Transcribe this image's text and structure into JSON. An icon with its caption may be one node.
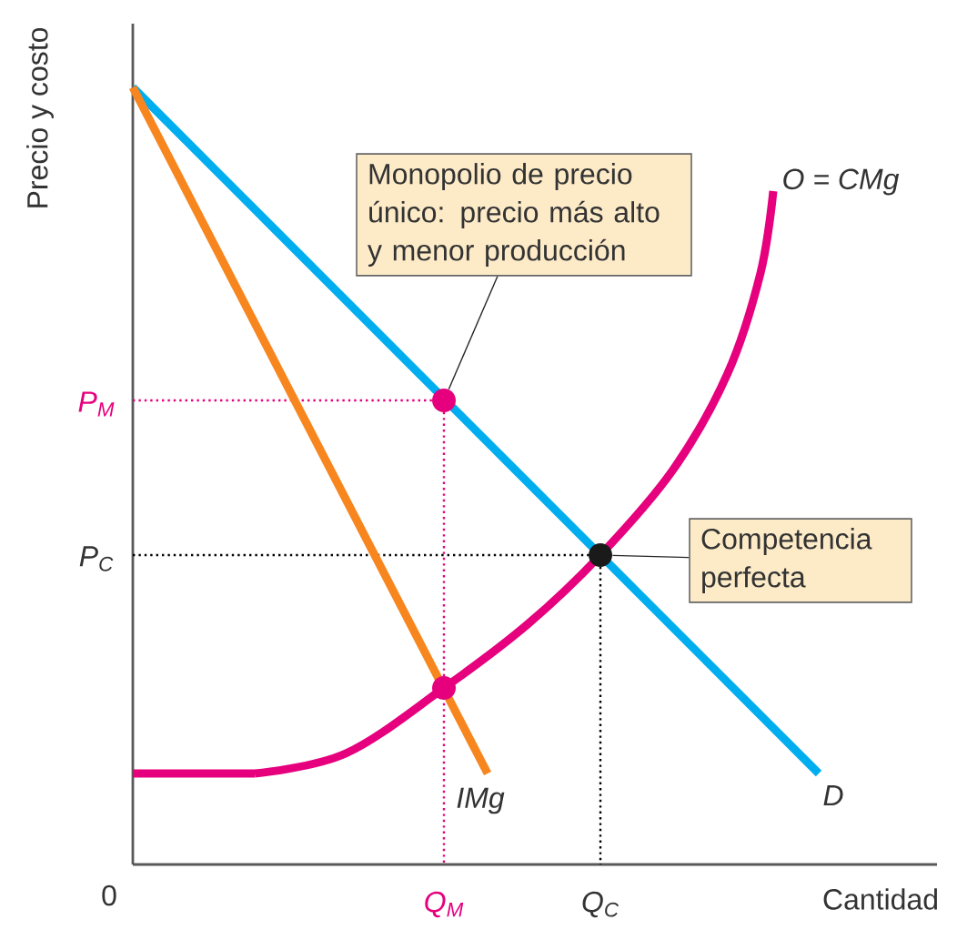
{
  "diagram": {
    "nodes": [
      {
        "text": [
          "Monopolio de precio único: precio más alto y menor producción"
        ]
      },
      {
        "text": [
          "Competencia perfecta"
        ]
      },
      {
        "text": [],
        "shape": "circle"
      },
      {
        "text": [],
        "shape": "circle"
      },
      {
        "text": [],
        "shape": "circle"
      }
    ],
    "edges": [
      {
        "from": 0,
        "to": 2,
        "arrow": "none"
      },
      {
        "from": 1,
        "to": 3,
        "arrow": "none"
      }
    ],
    "labels": [
      "Precio y costo",
      "O = CMg",
      "P$_{M}$",
      "P$_{C}$",
      "IMg",
      "D",
      "0",
      "Q$_{M}$",
      "Q$_{C}$",
      "Cantidad"
    ]
  }
}
